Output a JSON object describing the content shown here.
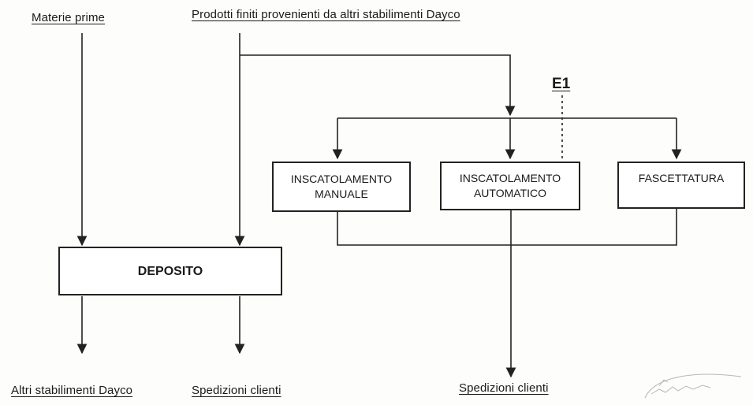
{
  "sources": {
    "raw_materials": "Materie prime",
    "finished_products": "Prodotti finiti provenienti da altri stabilimenti Dayco"
  },
  "processes": {
    "manual_boxing": "INSCATOLAMENTO\nMANUALE",
    "automatic_boxing": "INSCATOLAMENTO\nAUTOMATICO",
    "banding": "FASCETTATURA"
  },
  "storage": "DEPOSITO",
  "emission_point": "E1",
  "outputs": {
    "other_plants": "Altri stabilimenti Dayco",
    "customer_shipments_1": "Spedizioni clienti",
    "customer_shipments_2": "Spedizioni clienti"
  }
}
